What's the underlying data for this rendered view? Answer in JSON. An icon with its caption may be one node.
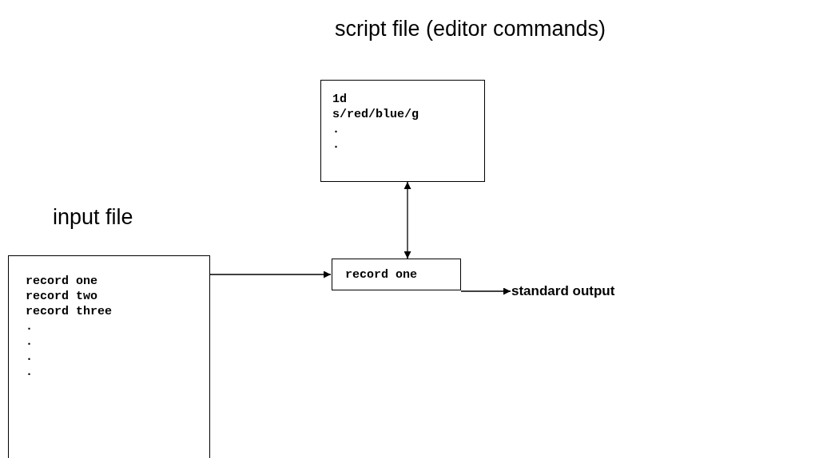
{
  "diagram": {
    "nodes": [
      {
        "text": [
          "script file (editor commands)",
          "1d",
          "s/red/blue/g",
          ".",
          "."
        ]
      },
      {
        "text": [
          "input file",
          "record one",
          "record two",
          "record three",
          ".",
          ".",
          ".",
          "."
        ]
      },
      {
        "text": [
          "record one"
        ]
      },
      {
        "text": [
          "standard output"
        ]
      }
    ],
    "edges": [
      {
        "from": 1,
        "to": 2,
        "arrow": "to"
      },
      {
        "from": 0,
        "to": 2,
        "arrow": "both"
      },
      {
        "from": 2,
        "to": 3,
        "arrow": "to"
      }
    ]
  }
}
